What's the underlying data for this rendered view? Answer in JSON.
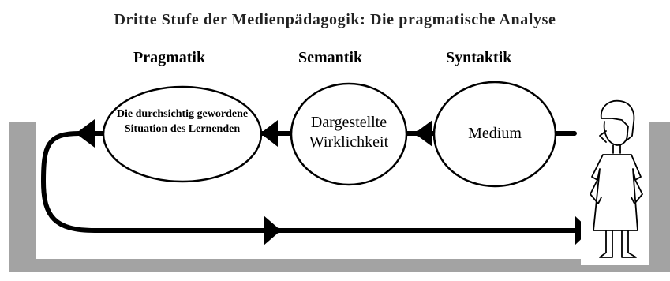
{
  "title": "Dritte Stufe der Medienpädagogik: Die pragmatische Analyse",
  "stage_labels": {
    "pragmatik": "Pragmatik",
    "semantik": "Semantik",
    "syntaktik": "Syntaktik"
  },
  "nodes": {
    "pragmatik": "Die durchsichtig gewordene Situation des Lernenden",
    "semantik": "Dargestellte Wirklichkeit",
    "syntaktik": "Medium"
  },
  "colors": {
    "frame": "#a3a3a3",
    "line": "#000000",
    "background": "#ffffff"
  }
}
